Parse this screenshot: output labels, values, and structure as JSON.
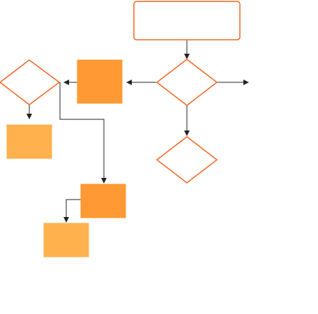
{
  "diagram": {
    "type": "flowchart",
    "colors": {
      "outline": "#f26522",
      "fill_dark": "#ff9933",
      "fill_light": "#ffb14e",
      "connector": "#222222",
      "background": "#ffffff"
    },
    "nodes": [
      {
        "id": "start",
        "shape": "rounded-rect",
        "style": "outline",
        "label": ""
      },
      {
        "id": "decision-main",
        "shape": "diamond",
        "style": "outline",
        "label": ""
      },
      {
        "id": "process-a",
        "shape": "rect",
        "style": "fill_dark",
        "label": ""
      },
      {
        "id": "decision-left",
        "shape": "diamond",
        "style": "outline",
        "label": ""
      },
      {
        "id": "result-a",
        "shape": "rect",
        "style": "fill_light",
        "label": ""
      },
      {
        "id": "decision-bottom",
        "shape": "diamond",
        "style": "outline",
        "label": ""
      },
      {
        "id": "process-b",
        "shape": "rect",
        "style": "fill_dark",
        "label": ""
      },
      {
        "id": "result-b",
        "shape": "rect",
        "style": "fill_light",
        "label": ""
      }
    ],
    "edges": [
      {
        "from": "start",
        "to": "decision-main"
      },
      {
        "from": "decision-main",
        "to": "process-a"
      },
      {
        "from": "decision-main",
        "to": ""
      },
      {
        "from": "decision-main",
        "to": "decision-bottom"
      },
      {
        "from": "process-a",
        "to": "decision-left"
      },
      {
        "from": "decision-left",
        "to": "result-a"
      },
      {
        "from": "decision-left",
        "to": "process-b"
      },
      {
        "from": "process-b",
        "to": "result-b"
      }
    ]
  }
}
